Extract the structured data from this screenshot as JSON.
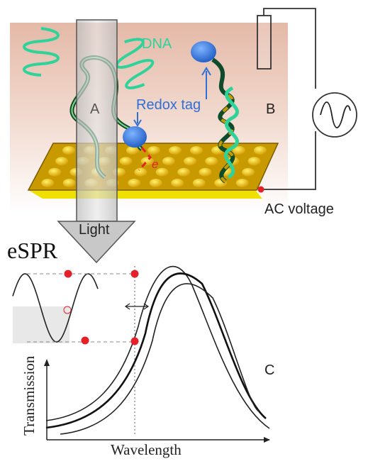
{
  "labels": {
    "dna": "DNA",
    "redox_tag": "Redox tag",
    "panel_a": "A",
    "panel_b": "B",
    "panel_c": "C",
    "ac_voltage": "AC voltage",
    "light": "Light",
    "espr": "eSPR",
    "electron": "e",
    "y_axis": "Transmission",
    "x_axis": "Wavelength"
  },
  "colors": {
    "dna_green": "#2fd39a",
    "redox_blue": "#2f6fd6",
    "gold": "#e8b400",
    "red_marker": "#e62028",
    "electrolyte": "#e9c7b8"
  }
}
